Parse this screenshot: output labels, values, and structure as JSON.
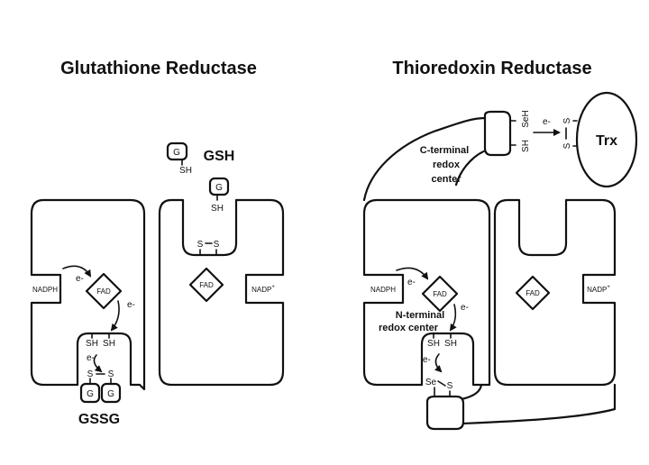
{
  "left_panel": {
    "title": "Glutathione Reductase",
    "gsh_label": "GSH",
    "gssg_label": "GSSG",
    "g": "G",
    "sh": "SH",
    "s": "S",
    "fad": "FAD",
    "nadph": "NADPH",
    "nadp": "NADP",
    "nadp_sup": "+",
    "electron": "e-"
  },
  "right_panel": {
    "title": "Thioredoxin Reductase",
    "trx": "Trx",
    "c_terminal_line1": "C-terminal",
    "c_terminal_line2": "redox",
    "c_terminal_line3": "center",
    "n_terminal_line1": "N-terminal",
    "n_terminal_line2": "redox center",
    "sh": "SH",
    "seh": "SeH",
    "se": "Se",
    "s": "S",
    "fad": "FAD",
    "nadph": "NADPH",
    "nadp": "NADP",
    "nadp_sup": "+",
    "electron": "e-"
  }
}
